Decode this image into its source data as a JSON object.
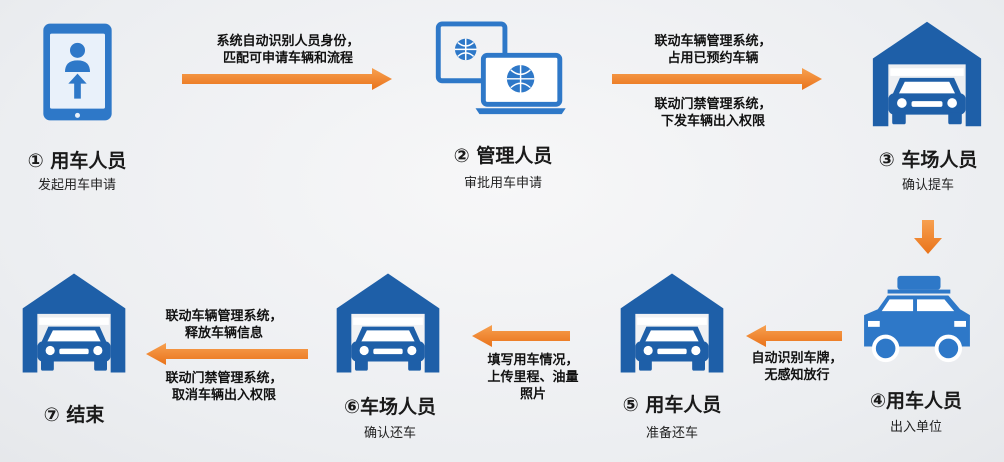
{
  "nodes": [
    {
      "id": "n1",
      "title": "① 用车人员",
      "subtitle": "发起用车申请",
      "icon": "phone-user-icon"
    },
    {
      "id": "n2",
      "title": "② 管理人员",
      "subtitle": "审批用车申请",
      "icon": "computers-icon"
    },
    {
      "id": "n3",
      "title": "③ 车场人员",
      "subtitle": "确认提车",
      "icon": "garage-car-icon"
    },
    {
      "id": "n4",
      "title": "④用车人员",
      "subtitle": "出入单位",
      "icon": "car-icon"
    },
    {
      "id": "n5",
      "title": "⑤ 用车人员",
      "subtitle": "准备还车",
      "icon": "garage-car-icon"
    },
    {
      "id": "n6",
      "title": "⑥车场人员",
      "subtitle": "确认还车",
      "icon": "garage-car-icon"
    },
    {
      "id": "n7",
      "title": "⑦ 结束",
      "subtitle": "",
      "icon": "garage-car-icon"
    }
  ],
  "edges": [
    {
      "id": "e12",
      "lines": [
        "系统自动识别人员身份，",
        "匹配可申请车辆和流程"
      ]
    },
    {
      "id": "e23_top",
      "lines": [
        "联动车辆管理系统，",
        "占用已预约车辆"
      ]
    },
    {
      "id": "e23_bottom",
      "lines": [
        "联动门禁管理系统，",
        "下发车辆出入权限"
      ]
    },
    {
      "id": "e45",
      "lines": [
        "自动识别车牌，",
        "无感知放行"
      ]
    },
    {
      "id": "e56",
      "lines": [
        "填写用车情况，",
        "上传里程、油量",
        "照片"
      ]
    },
    {
      "id": "e67_top",
      "lines": [
        "联动车辆管理系统，",
        "释放车辆信息"
      ]
    },
    {
      "id": "e67_bottom",
      "lines": [
        "联动门禁管理系统，",
        "取消车辆出入权限"
      ]
    }
  ],
  "colors": {
    "blue": "#1e5fa8",
    "blue_light": "#2e78c8",
    "orange": "#f07d1e",
    "orange_light": "#f5a55c"
  }
}
